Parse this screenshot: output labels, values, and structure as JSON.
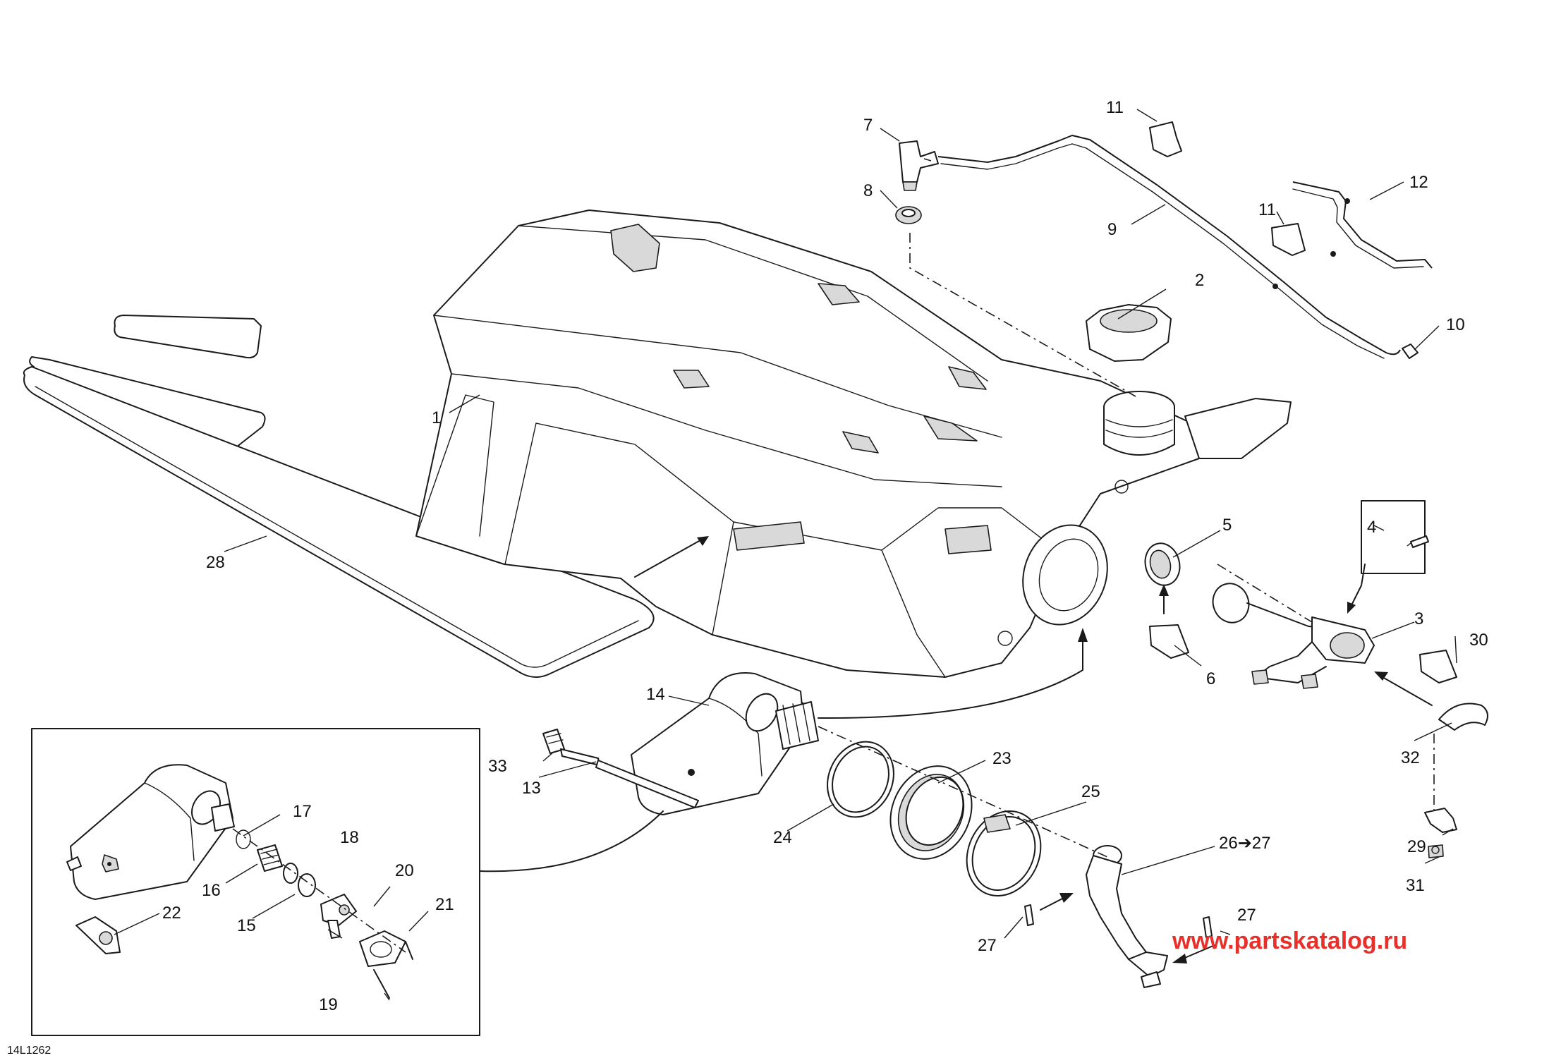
{
  "diagram": {
    "drawing_code": "14L1262",
    "watermark": "www.partskatalog.ru",
    "callouts": [
      {
        "id": "c1",
        "label": "1"
      },
      {
        "id": "c2",
        "label": "2"
      },
      {
        "id": "c3",
        "label": "3"
      },
      {
        "id": "c4",
        "label": "4"
      },
      {
        "id": "c5",
        "label": "5"
      },
      {
        "id": "c6",
        "label": "6"
      },
      {
        "id": "c7",
        "label": "7"
      },
      {
        "id": "c8",
        "label": "8"
      },
      {
        "id": "c9",
        "label": "9"
      },
      {
        "id": "c10",
        "label": "10"
      },
      {
        "id": "c11a",
        "label": "11"
      },
      {
        "id": "c11b",
        "label": "11"
      },
      {
        "id": "c12",
        "label": "12"
      },
      {
        "id": "c13",
        "label": "13"
      },
      {
        "id": "c14",
        "label": "14"
      },
      {
        "id": "c15",
        "label": "15"
      },
      {
        "id": "c16",
        "label": "16"
      },
      {
        "id": "c17",
        "label": "17"
      },
      {
        "id": "c18",
        "label": "18"
      },
      {
        "id": "c19",
        "label": "19"
      },
      {
        "id": "c20",
        "label": "20"
      },
      {
        "id": "c21",
        "label": "21"
      },
      {
        "id": "c22",
        "label": "22"
      },
      {
        "id": "c23",
        "label": "23"
      },
      {
        "id": "c24",
        "label": "24"
      },
      {
        "id": "c25",
        "label": "25"
      },
      {
        "id": "c26",
        "label": "26➔27"
      },
      {
        "id": "c27a",
        "label": "27"
      },
      {
        "id": "c27b",
        "label": "27"
      },
      {
        "id": "c28",
        "label": "28"
      },
      {
        "id": "c29",
        "label": "29"
      },
      {
        "id": "c30",
        "label": "30"
      },
      {
        "id": "c31",
        "label": "31"
      },
      {
        "id": "c32",
        "label": "32"
      },
      {
        "id": "c33",
        "label": "33"
      }
    ]
  }
}
